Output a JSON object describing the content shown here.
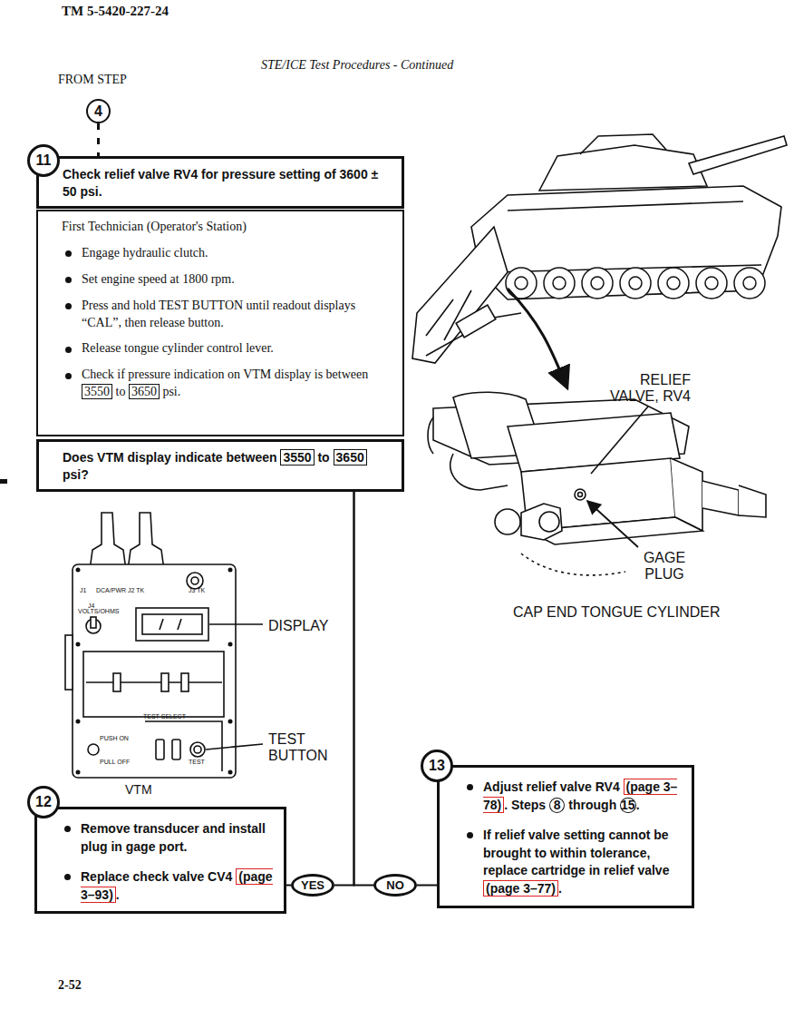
{
  "diagram": {
    "title": "STE/ICE Test Procedures - Continued",
    "nodes": [
      {
        "text": [
          "4"
        ]
      },
      {
        "text": [
          "11"
        ]
      },
      {
        "text": [
          "Check relief valve RV4 for pressure setting of 3600 ± 50 psi."
        ]
      },
      {
        "text": [
          "First Technician (Operator's Station)",
          "Engage hydraulic clutch.",
          "Set engine speed at 1800 rpm.",
          "Press and hold TEST BUTTON until readout displays “CAL”, then release button.",
          "Release tongue cylinder control lever.",
          "Check if pressure indication on VTM display is between 3550 to 3650 psi."
        ]
      },
      {
        "text": [
          "Does VTM display indicate between 3550 to 3650 psi?"
        ]
      },
      {
        "text": [
          "YES"
        ]
      },
      {
        "text": [
          "NO"
        ]
      },
      {
        "text": [
          "12"
        ]
      },
      {
        "text": [
          "Remove transducer and install plug in gage port.",
          "Replace check valve CV4 (page 3–93)."
        ]
      },
      {
        "text": [
          "13"
        ]
      },
      {
        "text": [
          "Adjust relief valve RV4 (page 3–78). Steps 8 through 15.",
          "If relief valve setting cannot be brought to within tolerance, replace cartridge in relief valve (page 3–77)."
        ]
      }
    ],
    "edges": [
      {
        "from": 0,
        "to": 2,
        "arrow": "none"
      },
      {
        "from": 4,
        "to": 5,
        "arrow": "none"
      },
      {
        "from": 4,
        "to": 6,
        "arrow": "none"
      },
      {
        "from": 5,
        "to": 8,
        "arrow": "none"
      },
      {
        "from": 6,
        "to": 10,
        "arrow": "none"
      }
    ],
    "labels": [
      "TM 5-5420-227-24",
      "FROM STEP",
      "RELIEF VALVE, RV4",
      "GAGE PLUG",
      "CAP END TONGUE CYLINDER",
      "DISPLAY",
      "TEST BUTTON",
      "VTM",
      "J1",
      "DCA/PWR J2 TK",
      "J3 TK",
      "J4",
      "VOLTS/OHMS",
      "TEST SELECT",
      "PUSH ON",
      "PULL OFF",
      "TEST",
      "2-52"
    ]
  }
}
